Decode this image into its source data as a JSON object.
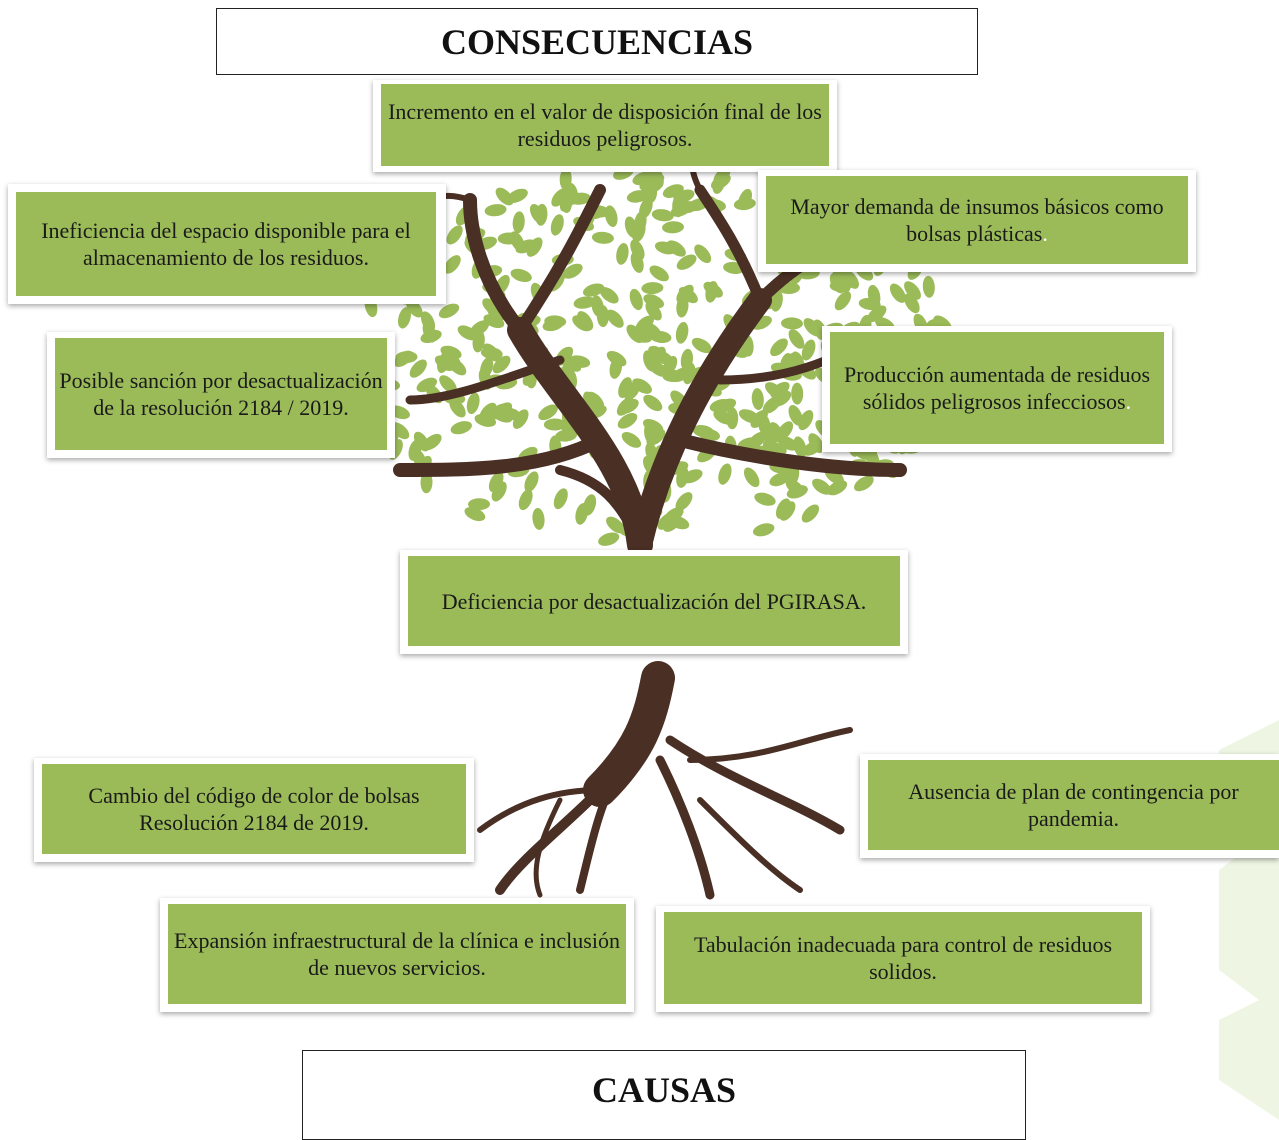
{
  "headings": {
    "consequences": "CONSECUENCIAS",
    "causes": "CAUSAS"
  },
  "consequences": {
    "top_center": "Incremento en el valor de disposición final de los residuos peligrosos.",
    "top_left": "Ineficiencia del espacio disponible para el almacenamiento de los residuos.",
    "top_right": "Mayor demanda de insumos básicos como bolsas plásticas",
    "top_right_end": ".",
    "mid_left": "Posible sanción por desactualización de la resolución 2184 / 2019.",
    "mid_right": "Producción aumentada de residuos sólidos peligrosos infecciosos",
    "mid_right_end": ".",
    "trunk": "Deficiencia por desactualización del PGIRASA."
  },
  "causes": {
    "left": "Cambio del código de color de bolsas Resolución 2184 de 2019.",
    "right": "Ausencia de plan de contingencia por pandemia.",
    "bottom_left": "Expansión infraestructural de la clínica e inclusión de nuevos servicios.",
    "bottom_right": "Tabulación inadecuada para control de residuos solidos."
  },
  "colors": {
    "box_fill": "#9bbb59",
    "trunk": "#4a2f24",
    "leaf": "#9bbb59",
    "watermark": "#eef6e3"
  }
}
